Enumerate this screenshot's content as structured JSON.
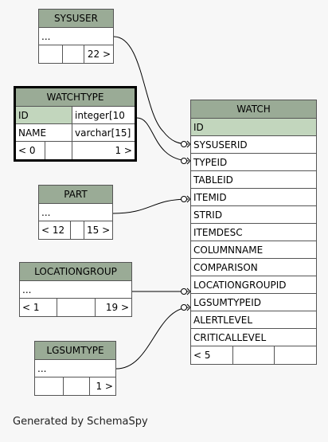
{
  "tables": {
    "sysuser": {
      "name": "SYSUSER",
      "rows": [
        "..."
      ],
      "footer": [
        "",
        "",
        "22 >"
      ]
    },
    "watchtype": {
      "name": "WATCHTYPE",
      "cols": [
        [
          "ID",
          "integer[10"
        ],
        [
          "NAME",
          "varchar[15]"
        ]
      ],
      "footer": [
        "< 0",
        "",
        "1 >"
      ]
    },
    "part": {
      "name": "PART",
      "rows": [
        "..."
      ],
      "footer": [
        "< 12",
        "",
        "15 >"
      ]
    },
    "locationgroup": {
      "name": "LOCATIONGROUP",
      "rows": [
        "..."
      ],
      "footer": [
        "< 1",
        "",
        "19 >"
      ]
    },
    "lgsumtype": {
      "name": "LGSUMTYPE",
      "rows": [
        "..."
      ],
      "footer": [
        "",
        "",
        "1 >"
      ]
    },
    "watch": {
      "name": "WATCH",
      "rows": [
        "ID",
        "SYSUSERID",
        "TYPEID",
        "TABLEID",
        "ITEMID",
        "STRID",
        "ITEMDESC",
        "COLUMNNAME",
        "COMPARISON",
        "LOCATIONGROUPID",
        "LGSUMTYPEID",
        "ALERTLEVEL",
        "CRITICALLEVEL"
      ],
      "footer": [
        "< 5",
        "",
        ""
      ]
    }
  },
  "footer_text": "Generated by SchemaSpy"
}
